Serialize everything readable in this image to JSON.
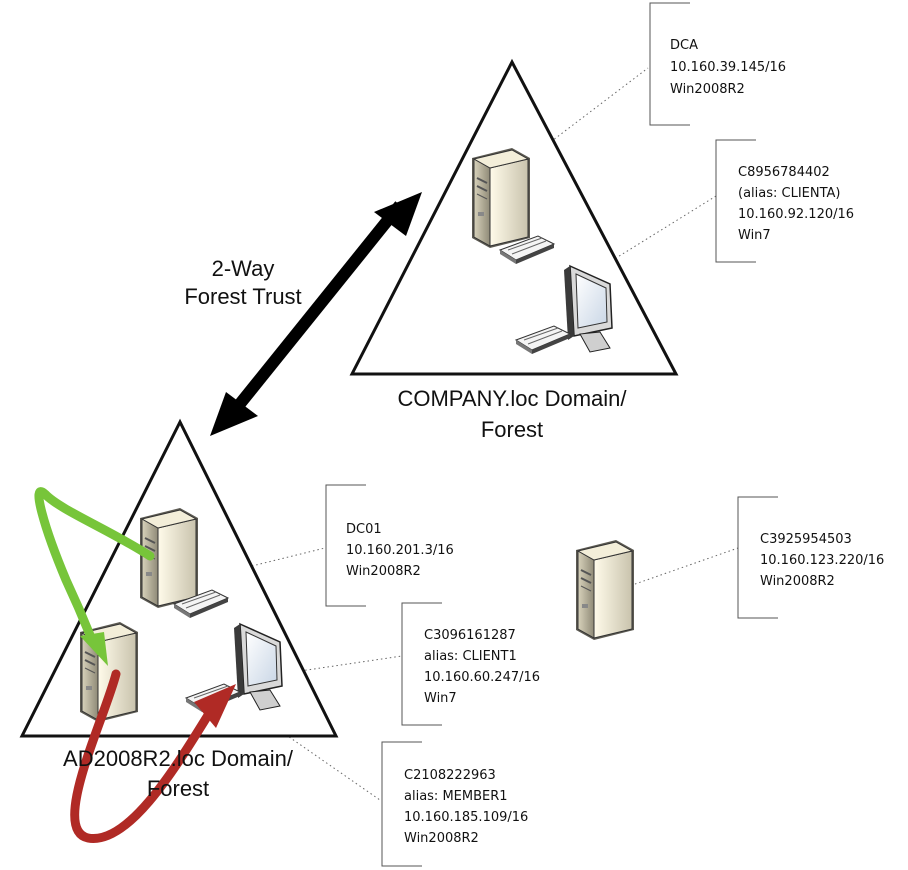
{
  "trust_label": [
    "2-Way",
    "Forest Trust"
  ],
  "company_forest": {
    "label": [
      "COMPANY.loc Domain/",
      "Forest"
    ],
    "dc": [
      "DCA",
      "10.160.39.145/16",
      "Win2008R2"
    ],
    "client": [
      "C8956784402",
      "(alias: CLIENTA)",
      "10.160.92.120/16",
      "Win7"
    ]
  },
  "ad_forest": {
    "label": [
      "AD2008R2.loc Domain/",
      "Forest"
    ],
    "dc": [
      "DC01",
      "10.160.201.3/16",
      "Win2008R2"
    ],
    "client": [
      "C3096161287",
      "alias: CLIENT1",
      "10.160.60.247/16",
      "Win7"
    ],
    "member": [
      "C2108222963",
      "alias: MEMBER1",
      "10.160.185.109/16",
      "Win2008R2"
    ]
  },
  "standalone": [
    "C3925954503",
    "10.160.123.220/16",
    "Win2008R2"
  ],
  "colors": {
    "green_arrow": "#77c53a",
    "red_arrow": "#b02a25",
    "trust_arrow": "#000000"
  },
  "icons": [
    "server-icon",
    "workstation-icon"
  ]
}
